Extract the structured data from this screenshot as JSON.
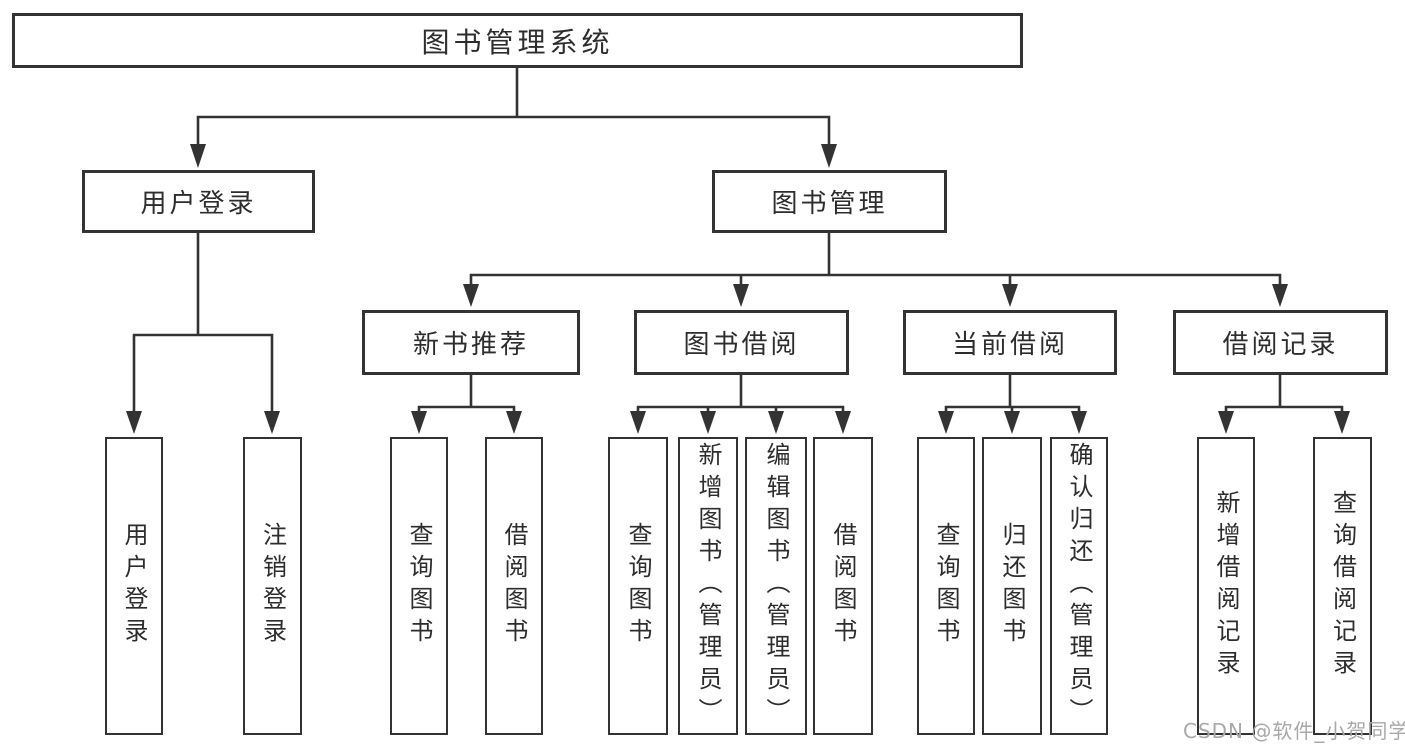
{
  "diagram": {
    "tree": {
      "label": "图书管理系统",
      "children": [
        {
          "label": "用户登录",
          "children": [
            {
              "label": "用户登录"
            },
            {
              "label": "注销登录"
            }
          ]
        },
        {
          "label": "图书管理",
          "children": [
            {
              "label": "新书推荐",
              "children": [
                {
                  "label": "查询图书"
                },
                {
                  "label": "借阅图书"
                }
              ]
            },
            {
              "label": "图书借阅",
              "children": [
                {
                  "label": "查询图书"
                },
                {
                  "label": "新增图书（管理员）"
                },
                {
                  "label": "编辑图书（管理员）"
                },
                {
                  "label": "借阅图书"
                }
              ]
            },
            {
              "label": "当前借阅",
              "children": [
                {
                  "label": "查询图书"
                },
                {
                  "label": "归还图书"
                },
                {
                  "label": "确认归还（管理员）"
                }
              ]
            },
            {
              "label": "借阅记录",
              "children": [
                {
                  "label": "新增借阅记录"
                },
                {
                  "label": "查询借阅记录"
                }
              ]
            }
          ]
        }
      ]
    },
    "colors": {
      "line": "#333333",
      "box_border": "#333333",
      "text": "#2d2d2d",
      "background": "#ffffff",
      "watermark": "#a8a8a8"
    }
  },
  "watermark": {
    "text": "CSDN @软件_小贺同学"
  }
}
